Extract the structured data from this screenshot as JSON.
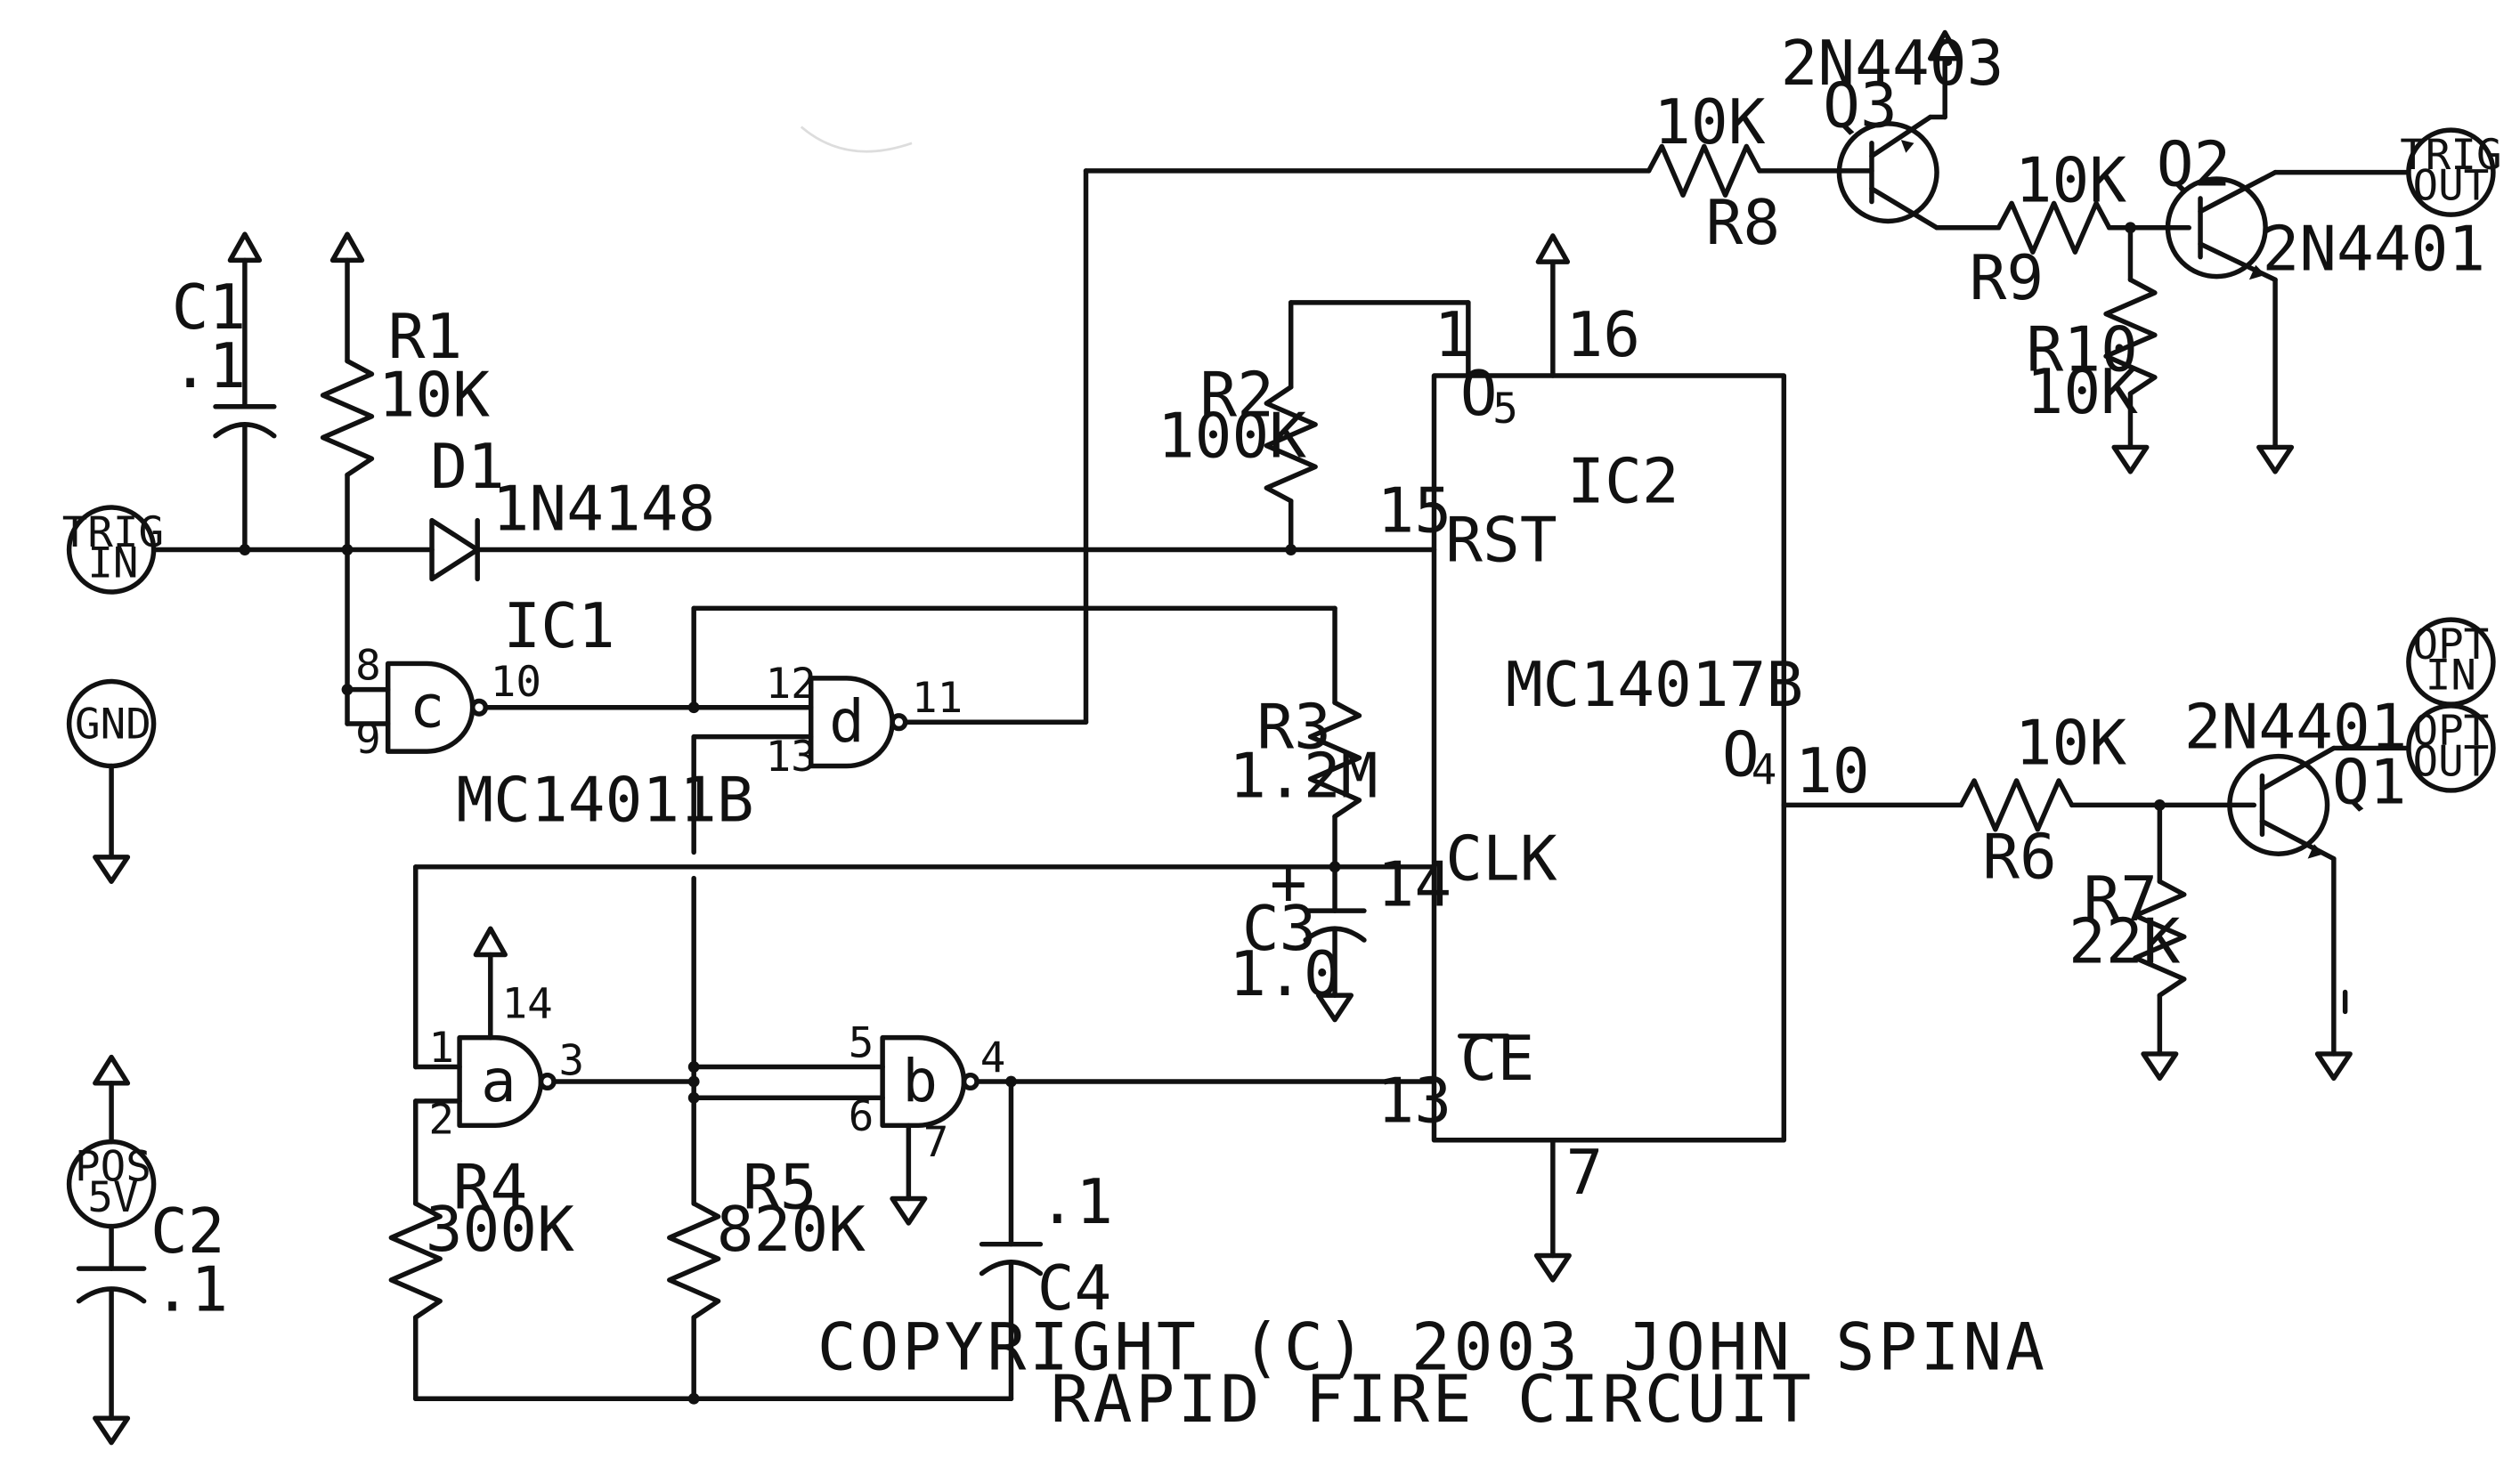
{
  "colors": {
    "ink": "#111111",
    "paper": "#ffffff"
  },
  "connectors": {
    "trig_in": [
      "TRIG",
      "IN"
    ],
    "gnd": [
      "GND"
    ],
    "pos5v": [
      "POS",
      "5V"
    ],
    "trig_out": [
      "TRIG",
      "OUT"
    ],
    "opt_in": [
      "OPT",
      "IN"
    ],
    "opt_out": [
      "OPT",
      "OUT"
    ]
  },
  "components": {
    "c1": {
      "name": "C1",
      "value": ".1"
    },
    "c2": {
      "name": "C2",
      "value": ".1"
    },
    "c3": {
      "name": "C3",
      "value": "1.0",
      "polarity": "+"
    },
    "c4": {
      "name": "C4",
      "value": ".1"
    },
    "r1": {
      "name": "R1",
      "value": "10K"
    },
    "r2": {
      "name": "R2",
      "value": "100K"
    },
    "r3": {
      "name": "R3",
      "value": "1.2M"
    },
    "r4": {
      "name": "R4",
      "value": "300K"
    },
    "r5": {
      "name": "R5",
      "value": "820K"
    },
    "r6": {
      "name": "R6",
      "value": "10K"
    },
    "r7": {
      "name": "R7",
      "value": "22K"
    },
    "r8": {
      "name": "R8",
      "value": "10K"
    },
    "r9": {
      "name": "R9",
      "value": "10K"
    },
    "r10": {
      "name": "R10",
      "value": "10K"
    },
    "d1": {
      "name": "D1",
      "value": "1N4148"
    },
    "q1": {
      "name": "Q1",
      "value": "2N4401"
    },
    "q2": {
      "name": "Q2",
      "value": "2N4401"
    },
    "q3": {
      "name": "Q3",
      "value": "2N4403"
    },
    "ic1": {
      "name": "IC1",
      "part": "MC14011B",
      "gates": [
        "a",
        "b",
        "c",
        "d"
      ]
    },
    "ic2": {
      "name": "IC2",
      "part": "MC14017B"
    }
  },
  "ic2_pins": {
    "o5": "O",
    "o5_sub": "5",
    "o4": "O",
    "o4_sub": "4",
    "rst": "RST",
    "clk": "CLK",
    "ce": "CE",
    "n1": "1",
    "n16": "16",
    "n15": "15",
    "n14": "14",
    "n13": "13",
    "n10": "10",
    "n7": "7"
  },
  "gate_pins": {
    "c": [
      "8",
      "9",
      "10"
    ],
    "d": [
      "12",
      "13",
      "11"
    ],
    "a": [
      "1",
      "2",
      "3",
      "14"
    ],
    "b": [
      "5",
      "6",
      "4",
      "7"
    ]
  },
  "footer": {
    "copyright": "COPYRIGHT (C) 2003 JOHN SPINA",
    "title": "RAPID FIRE CIRCUIT"
  }
}
